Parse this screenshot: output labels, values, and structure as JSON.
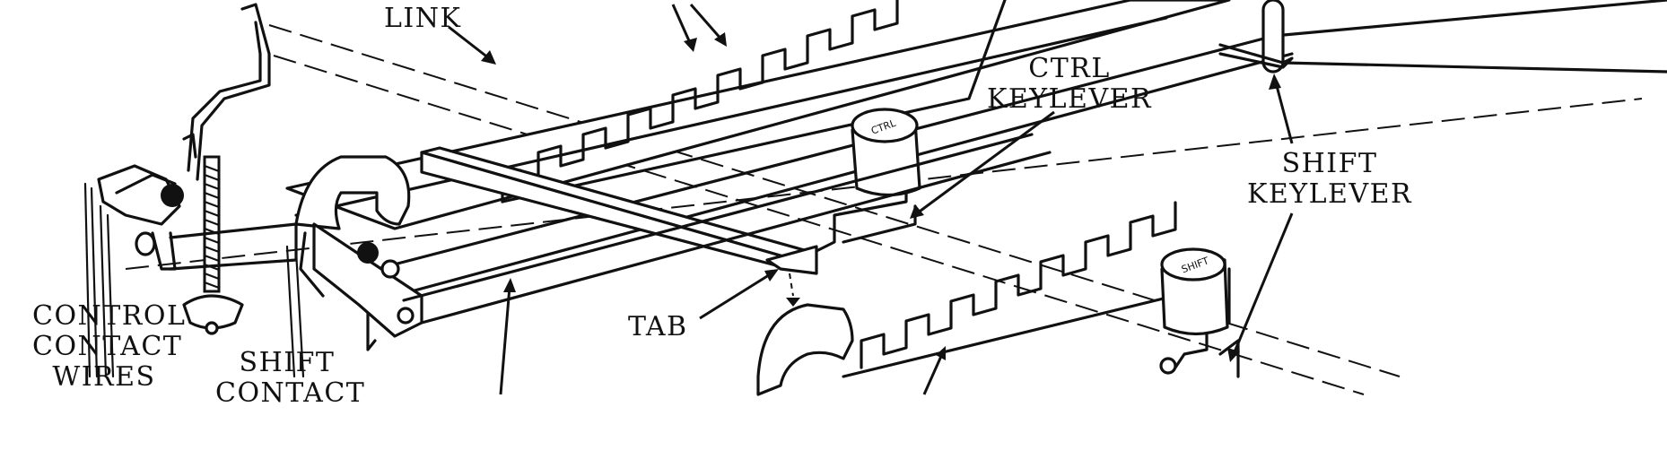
{
  "labels": {
    "link": "LINK",
    "ctrl_keylever": [
      "CTRL",
      "KEYLEVER"
    ],
    "shift_keylever": [
      "SHIFT",
      "KEYLEVER"
    ],
    "control_contact_wires": [
      "CONTROL",
      "CONTACT",
      "WIRES"
    ],
    "shift_contact": [
      "SHIFT",
      "CONTACT"
    ],
    "tab": "TAB"
  },
  "keycaps": {
    "ctrl": "CTRL",
    "shift": "SHIFT"
  }
}
